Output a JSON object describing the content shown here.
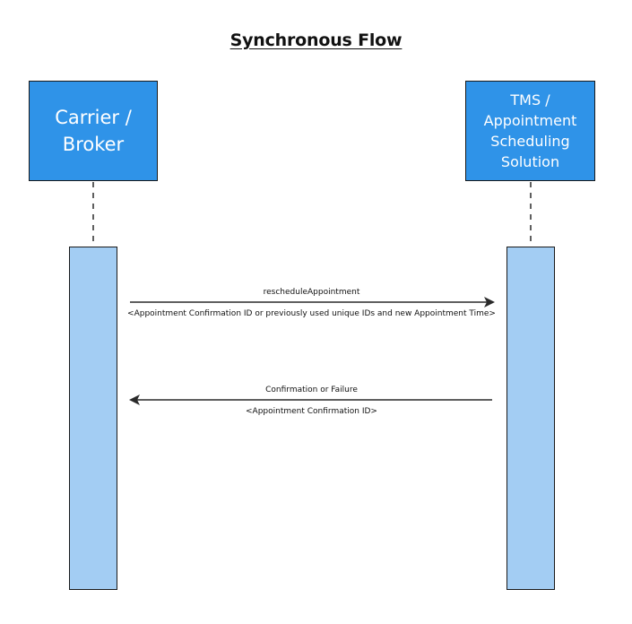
{
  "title": "Synchronous Flow",
  "participants": {
    "carrier": {
      "label": "Carrier /\nBroker",
      "color": "#2f93e8"
    },
    "tms": {
      "label": "TMS /\nAppointment\nScheduling\nSolution",
      "color": "#2f93e8"
    }
  },
  "activation_color": "#a3cdf3",
  "messages": [
    {
      "name": "rescheduleAppointment",
      "detail": "<Appointment Confirmation ID or previously used unique IDs and new Appointment Time>",
      "from": "carrier",
      "to": "tms"
    },
    {
      "name": "Confirmation or Failure",
      "detail": "<Appointment Confirmation ID>",
      "from": "tms",
      "to": "carrier"
    }
  ]
}
